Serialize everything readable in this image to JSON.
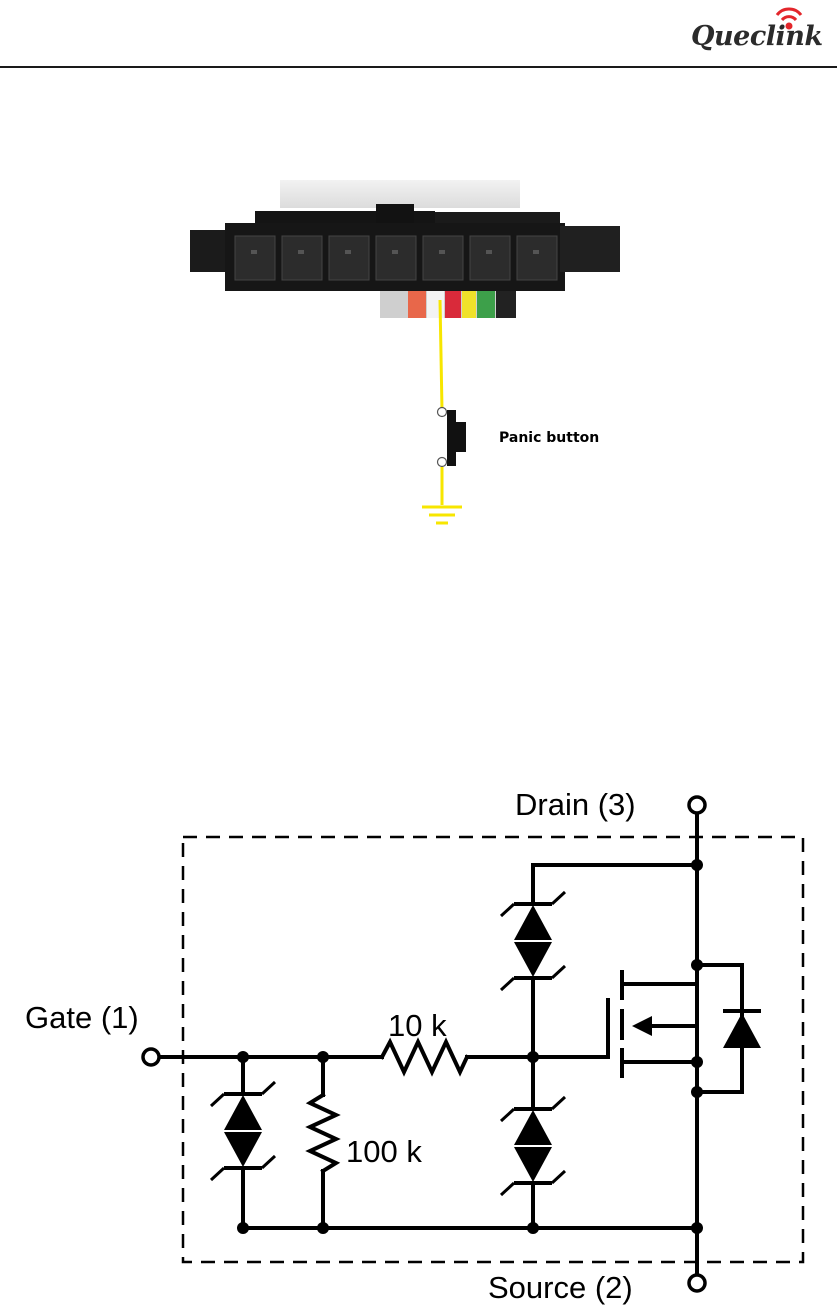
{
  "header": {
    "logo_text": "Queclink"
  },
  "wiring_diagram": {
    "switch_label": "Panic button"
  },
  "circuit": {
    "drain_label": "Drain (3)",
    "gate_label": "Gate (1)",
    "source_label": "Source (2)",
    "resistor_series_label": "10 k",
    "resistor_shunt_label": "100 k"
  }
}
